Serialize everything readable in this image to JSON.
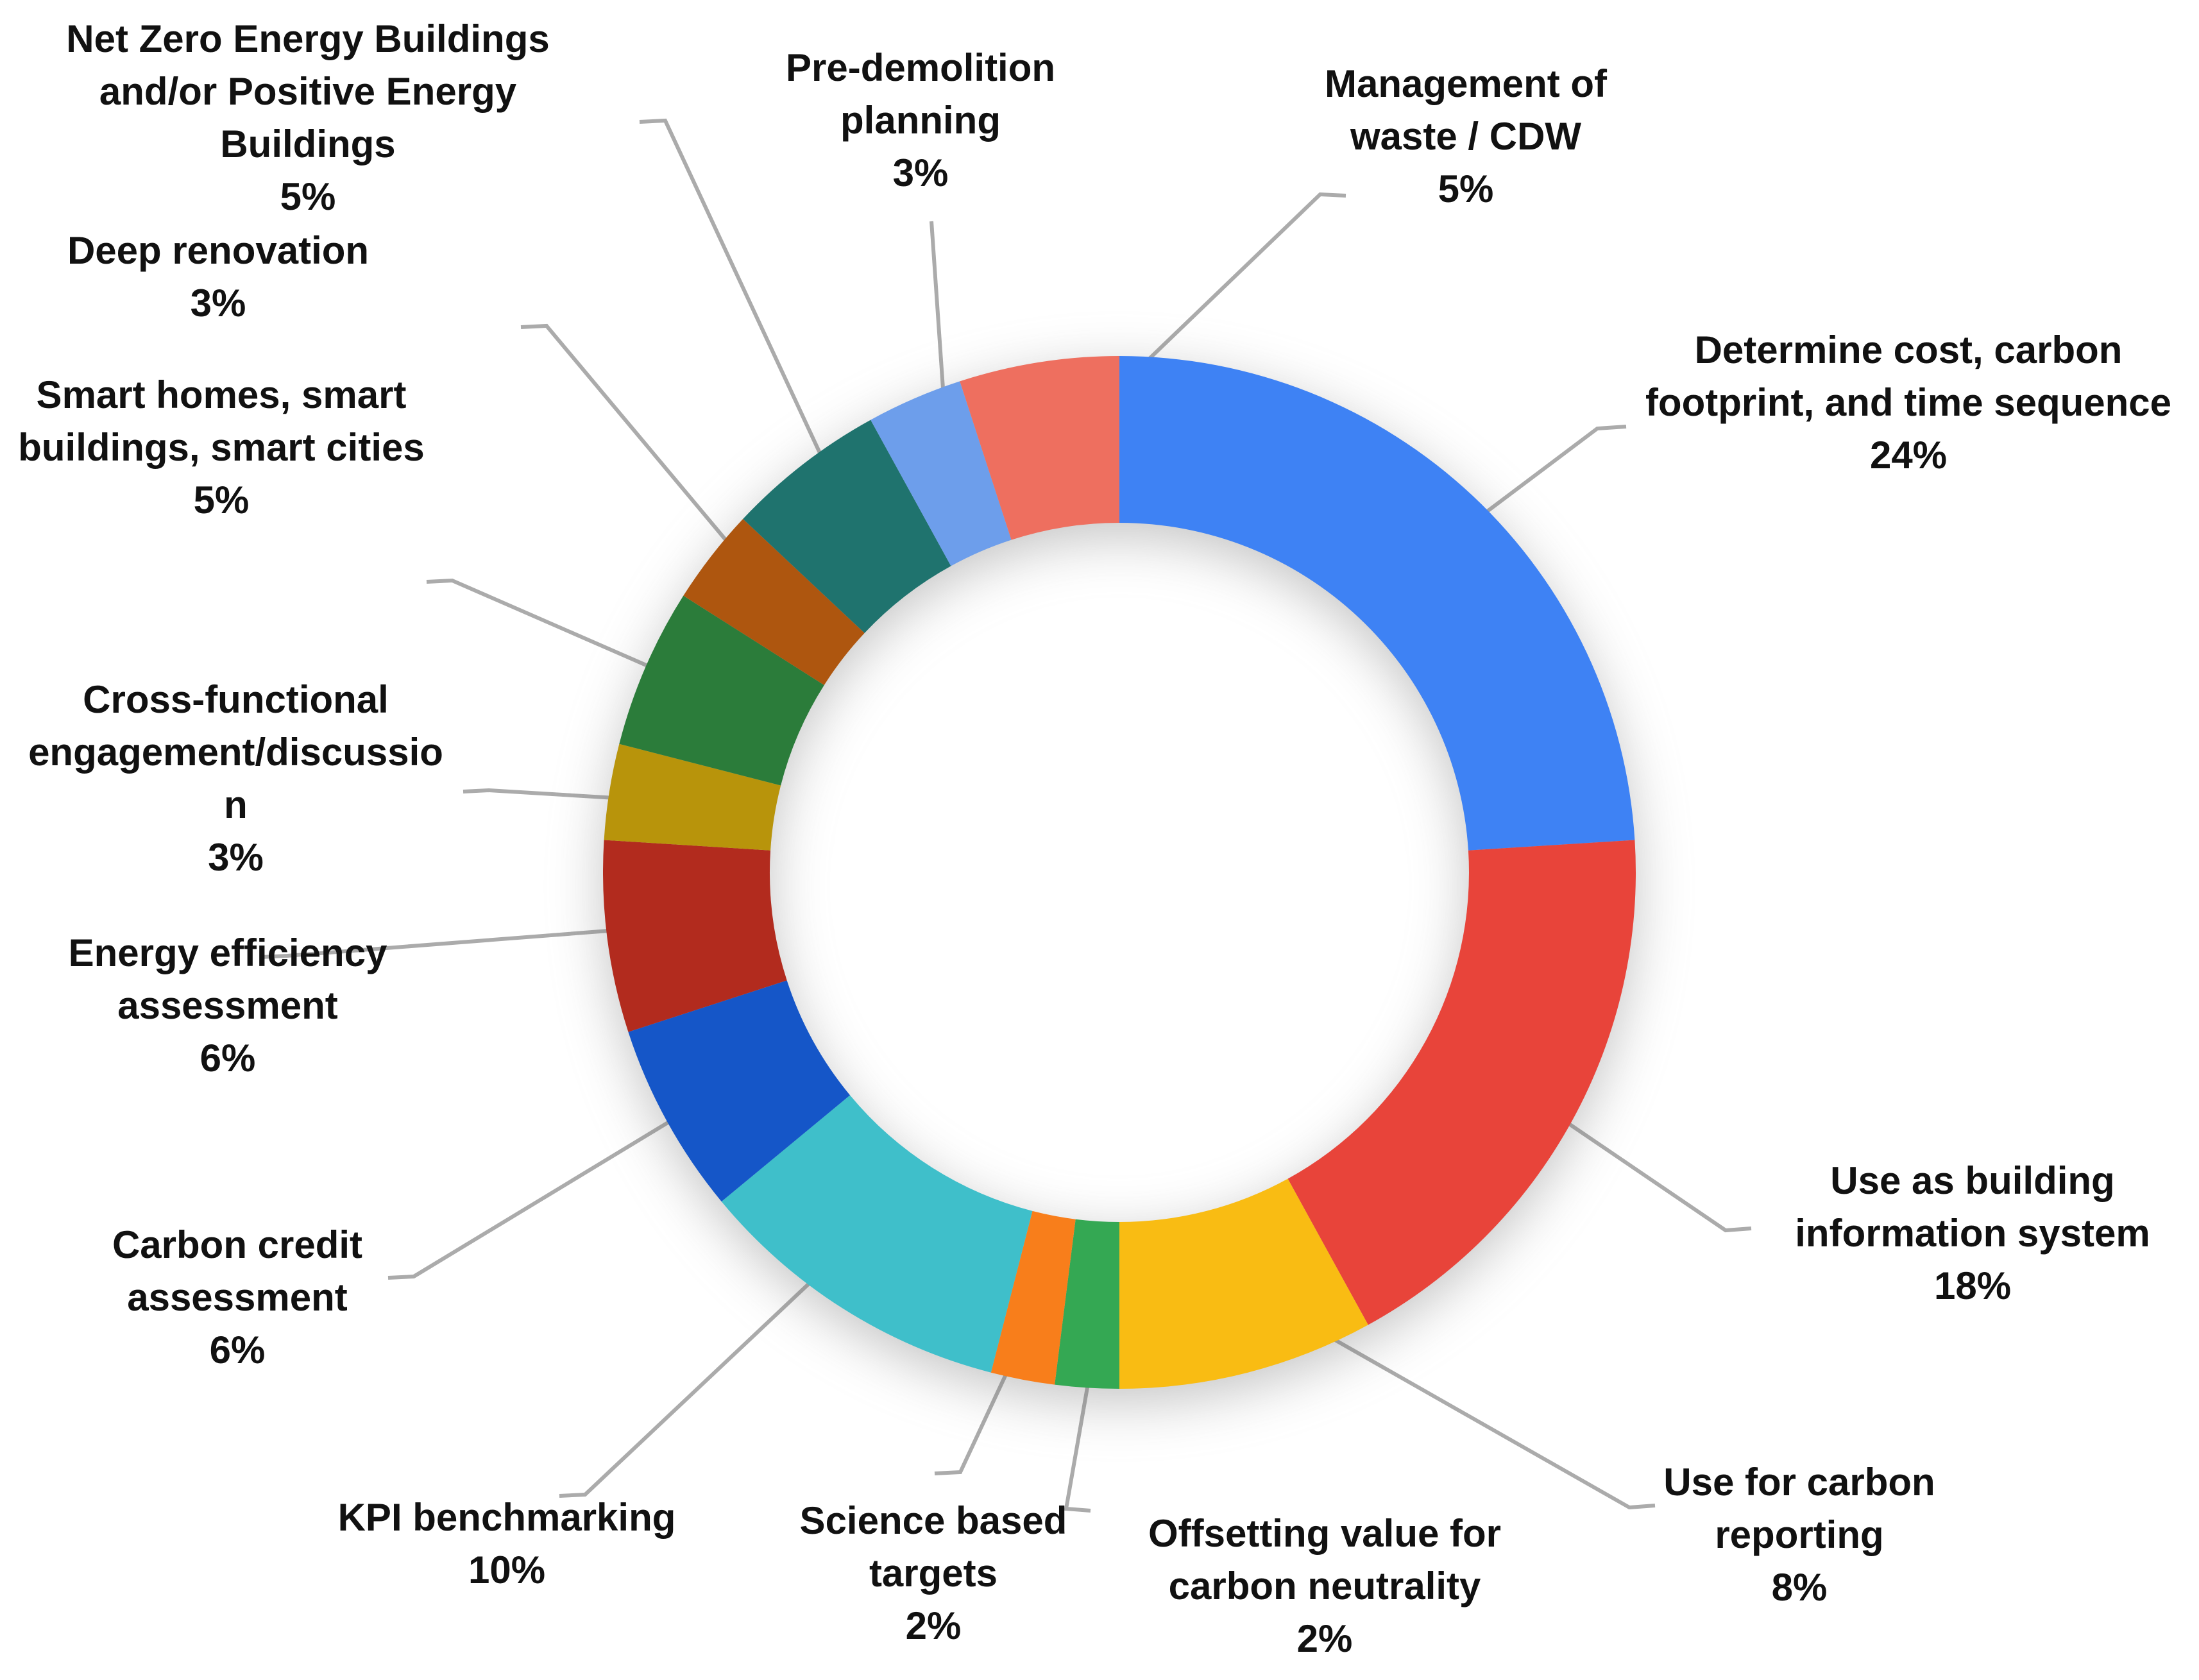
{
  "figure": {
    "background_color": "#ffffff",
    "leader_line_color": "#ABABAB",
    "label_text_color": "#111111"
  },
  "chart_data": {
    "type": "pie",
    "subtype": "doughnut",
    "title": "",
    "unit": "%",
    "legend": "none",
    "data_label_position": "outside-with-leader-lines",
    "donut_hole_ratio": 0.68,
    "start_angle": "top, clockwise",
    "segments": [
      {
        "label": "Determine cost, carbon footprint, and time sequence",
        "value": 24,
        "pct_label": "24%",
        "color": "#3E82F4"
      },
      {
        "label": "Use as building information system",
        "value": 18,
        "pct_label": "18%",
        "color": "#E8443A"
      },
      {
        "label": "Use for carbon reporting",
        "value": 8,
        "pct_label": "8%",
        "color": "#F9BC13"
      },
      {
        "label": "Offsetting value for carbon neutrality",
        "value": 2,
        "pct_label": "2%",
        "color": "#34A853"
      },
      {
        "label": "Science based targets",
        "value": 2,
        "pct_label": "2%",
        "color": "#F87E1B"
      },
      {
        "label": "KPI benchmarking",
        "value": 10,
        "pct_label": "10%",
        "color": "#3FBFCA"
      },
      {
        "label": "Carbon credit assessment",
        "value": 6,
        "pct_label": "6%",
        "color": "#1556C8"
      },
      {
        "label": "Energy efficiency assessment",
        "value": 6,
        "pct_label": "6%",
        "color": "#B22B1E"
      },
      {
        "label": "Cross-functional engagement/discussion",
        "value": 3,
        "pct_label": "3%",
        "color": "#B8940B"
      },
      {
        "label": "Smart homes, smart buildings, smart cities",
        "value": 5,
        "pct_label": "5%",
        "color": "#2B7C3A"
      },
      {
        "label": "Deep renovation",
        "value": 3,
        "pct_label": "3%",
        "color": "#AE560F"
      },
      {
        "label": "Net Zero Energy Buildings and/or Positive Energy Buildings",
        "value": 5,
        "pct_label": "5%",
        "color": "#1F736E"
      },
      {
        "label": "Pre-demolition planning",
        "value": 3,
        "pct_label": "3%",
        "color": "#6D9EEB"
      },
      {
        "label": "Management of waste / CDW",
        "value": 5,
        "pct_label": "5%",
        "color": "#EE6F5F"
      }
    ]
  }
}
